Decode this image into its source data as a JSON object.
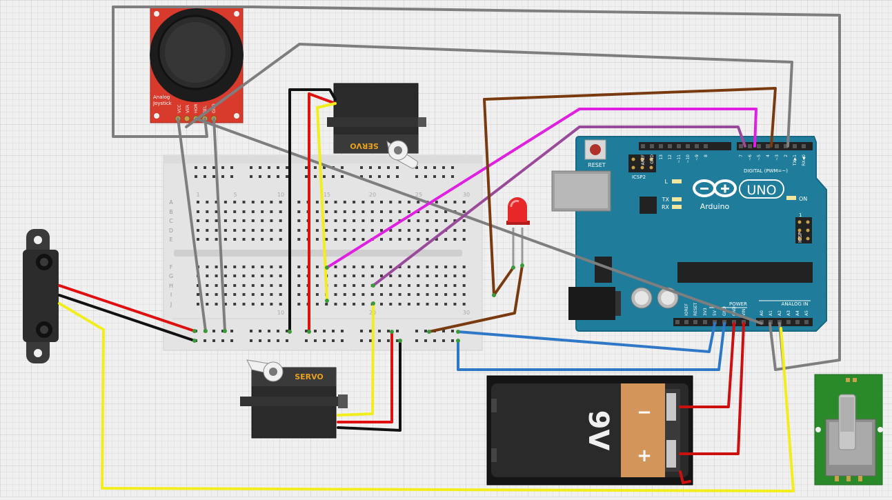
{
  "arduino": {
    "reset_label": "RESET",
    "icsp2_label": "ICSP2",
    "icsp_label": "ICSP",
    "digital_header_label": "DIGITAL (PWM=~)",
    "l_label": "L",
    "tx_label": "TX",
    "rx_label": "RX",
    "on_label": "ON",
    "one_label": "1",
    "brand_label": "Arduino",
    "model_label": "UNO",
    "power_label": "POWER",
    "analog_in_label": "ANALOG IN",
    "digital_pins": [
      "AREF",
      "GND",
      "13",
      "12",
      "~11",
      "~10",
      "~9",
      "8",
      "7",
      "~6",
      "~5",
      "4",
      "~3",
      "2",
      "TX▶1",
      "RX◀0"
    ],
    "power_pins": [
      "IOREF",
      "RESET",
      "3V3",
      "5V",
      "GND",
      "GND",
      "VIN"
    ],
    "analog_pins": [
      "A0",
      "A1",
      "A2",
      "A3",
      "A4",
      "A5"
    ]
  },
  "breadboard": {
    "column_numbers": [
      "1",
      "5",
      "10",
      "15",
      "20",
      "25",
      "30"
    ],
    "row_letters_top": [
      "A",
      "B",
      "C",
      "D",
      "E"
    ],
    "row_letters_bottom": [
      "F",
      "G",
      "H",
      "I",
      "J"
    ]
  },
  "joystick": {
    "title_line1": "Analog",
    "title_line2": "Joystick",
    "pin_labels": [
      "VCC",
      "VER",
      "HOR",
      "SEL",
      "GND"
    ]
  },
  "servo_top": {
    "label": "SERVO"
  },
  "servo_bottom": {
    "label": "SERVO"
  },
  "battery": {
    "voltage_label": "9V",
    "minus_label": "−",
    "plus_label": "+"
  },
  "colors": {
    "grid_bg": "#f0f0f0",
    "arduino_blue": "#1f7d9b",
    "joystick_red": "#d83a2c",
    "wire_gray": "#8c8c8c",
    "wire_red": "#e01010",
    "wire_black": "#111111",
    "wire_yellow": "#f2ee1d",
    "wire_brown": "#7a3a10",
    "wire_magenta": "#e020e0",
    "wire_purple": "#9a4a9a",
    "wire_blue": "#2f78c8",
    "pot_green": "#2a8a2a",
    "led_red": "#e82828",
    "battery_copper": "#d4955a"
  }
}
